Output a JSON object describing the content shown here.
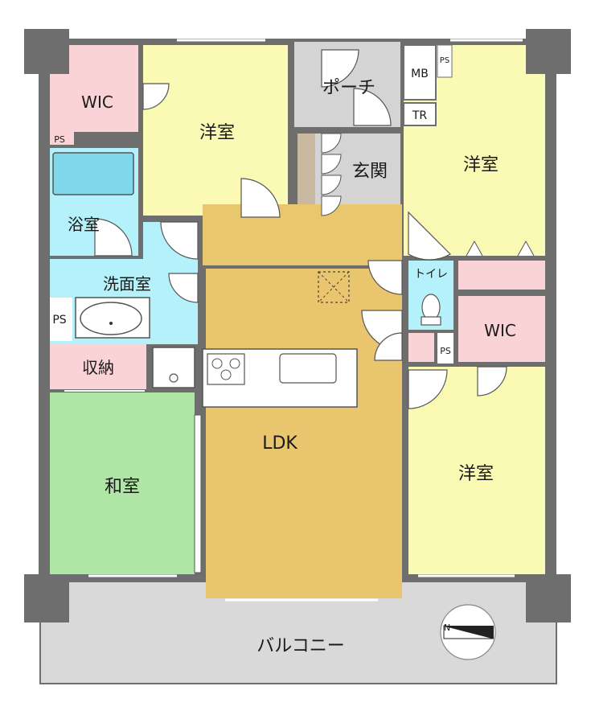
{
  "floor_plan": {
    "rooms": {
      "wic_left": "WIC",
      "western_top": "洋室",
      "porch": "ポーチ",
      "mb": "MB",
      "ps_top": "PS",
      "tr": "TR",
      "entrance": "玄関",
      "western_right_top": "洋室",
      "ps_left_small": "PS",
      "bath": "浴室",
      "washroom": "洗面室",
      "ps_left": "PS",
      "toilet": "トイレ",
      "wic_right": "WIC",
      "ps_right": "PS",
      "storage": "収納",
      "ldk": "LDK",
      "japanese_room": "和室",
      "western_right_bottom": "洋室",
      "balcony": "バルコニー"
    },
    "compass": {
      "north_label": "N"
    },
    "colors": {
      "wall": "#6e6e6e",
      "western": "#fafab4",
      "wic": "#f9d3d5",
      "bath": "#b4f1fa",
      "japanese": "#b0e6a5",
      "ldk": "#e9c56e",
      "hall": "#e8c76e",
      "gray": "#d4d4d4",
      "balcony": "#d9d9d9",
      "tub": "#7fd8ec"
    }
  }
}
